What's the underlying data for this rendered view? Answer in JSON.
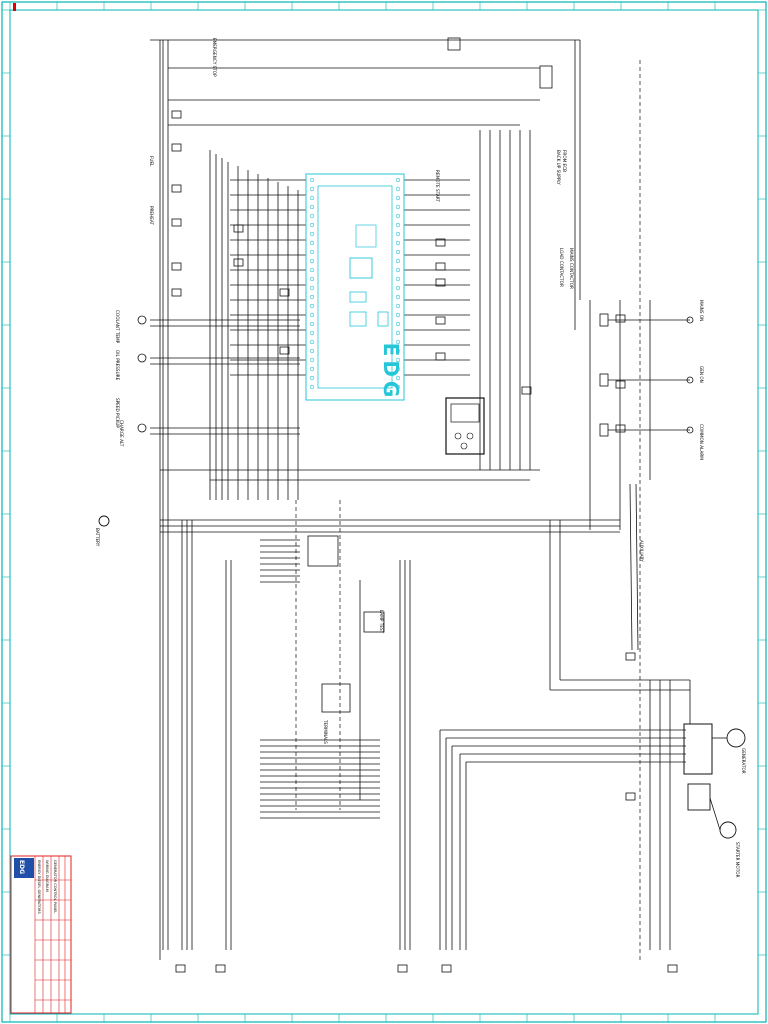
{
  "sheet": {
    "border_color": "#00b4b4",
    "marker_color": "#e00000",
    "wire_color": "#111111",
    "controller_color": "#25c6d8",
    "title_block_red": "#e02020",
    "logo_blue": "#1f4fa8"
  },
  "controller": {
    "brand": "EDG"
  },
  "labels": {
    "backup_supply": "BACK UP SUPPLY",
    "from_ecb": "FROM ECB",
    "emergency_stop": "EMERGENCY STOP",
    "generator": "GENERATOR",
    "battery": "BATTERY",
    "starter_motor": "STARTER MOTOR",
    "charge_alt": "CHARGE ALT",
    "fuel": "FUEL",
    "preheat": "PREHEAT",
    "coolant_temp": "COOLANT TEMP",
    "oil_pressure": "OIL PRESSURE",
    "speed_pickup": "SPEED PICKUP",
    "mains_on": "MAINS ON",
    "gen_on": "GEN ON",
    "common_alarm": "COMMON ALARM",
    "remote_start": "REMOTE START",
    "auxiliary": "AUXILIARY",
    "terminals": "TERMINALS",
    "load_contactor": "LOAD CONTACTOR",
    "mains_contactor": "MAINS CONTACTOR",
    "lamp_test": "LAMP TEST"
  },
  "title_block": {
    "logo_text": "EDG",
    "company": "ENERGY DIESEL GENERATORS",
    "drawing_title": "WIRING DIAGRAM",
    "project": "GENERATOR CONTROL PANEL"
  }
}
